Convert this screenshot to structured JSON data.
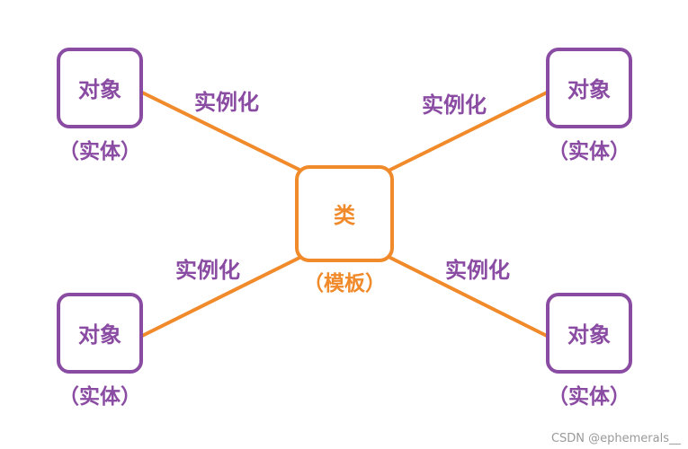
{
  "colors": {
    "purple": "#8a4ca3",
    "orange": "#f08a2a",
    "background": "#ffffff",
    "watermark": "#9a9a9a"
  },
  "diagram": {
    "center": {
      "label": "类",
      "caption": "（模板）"
    },
    "objects": [
      {
        "label": "对象",
        "caption": "（实体）",
        "edge_label": "实例化"
      },
      {
        "label": "对象",
        "caption": "（实体）",
        "edge_label": "实例化"
      },
      {
        "label": "对象",
        "caption": "（实体）",
        "edge_label": "实例化"
      },
      {
        "label": "对象",
        "caption": "（实体）",
        "edge_label": "实例化"
      }
    ]
  },
  "watermark": "CSDN @ephemerals__"
}
